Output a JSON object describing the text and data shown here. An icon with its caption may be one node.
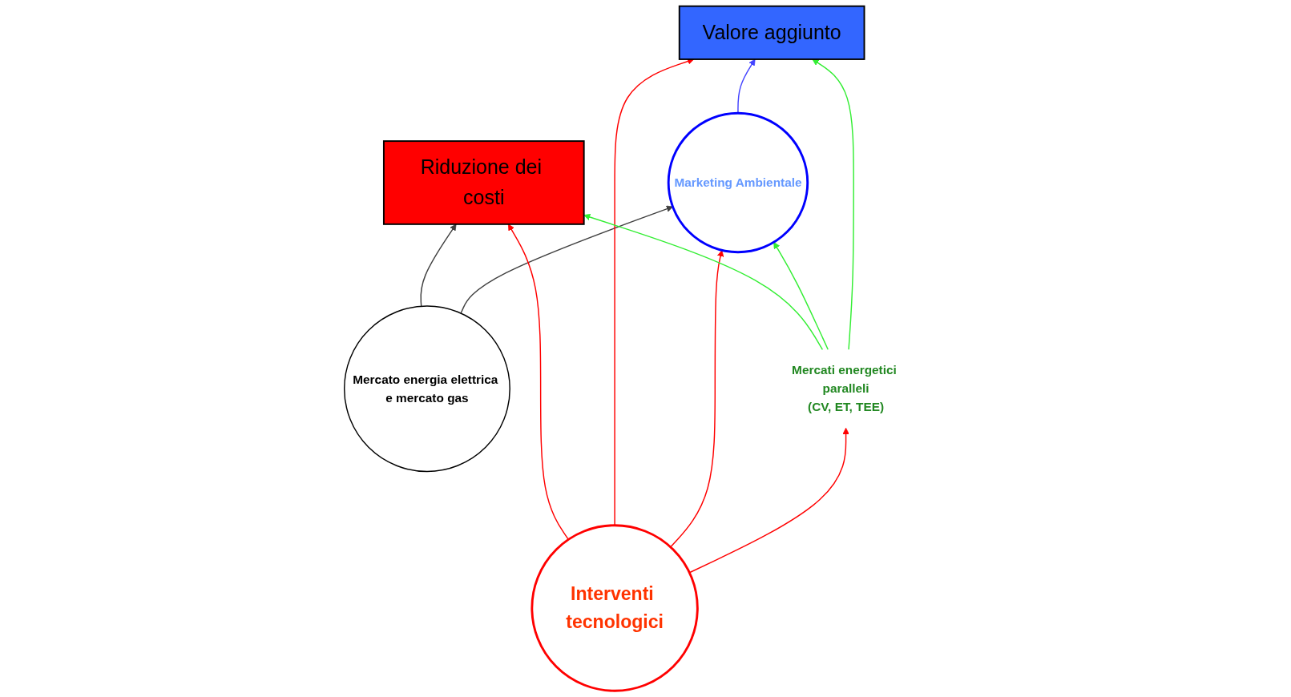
{
  "diagram": {
    "nodes": [
      {
        "text": [
          "Riduzione dei costi"
        ]
      },
      {
        "text": [
          "Valore aggiunto"
        ]
      },
      {
        "text": [
          "Mercato energia elettrica e mercato gas"
        ]
      },
      {
        "text": [
          "Marketing Ambientale"
        ]
      },
      {
        "text": [
          "Interventi tecnologici"
        ]
      },
      {
        "text": [
          "Mercati energetici paralleli",
          "(CV, ET, TEE)"
        ]
      }
    ],
    "edges": [
      {
        "from": 2,
        "to": 0,
        "arrow": "to",
        "color": "#404040"
      },
      {
        "from": 2,
        "to": 3,
        "arrow": "to",
        "color": "#404040"
      },
      {
        "from": 4,
        "to": 0,
        "arrow": "to"
      },
      {
        "from": 4,
        "to": 1,
        "arrow": "to"
      },
      {
        "from": 4,
        "to": 3,
        "arrow": "to"
      },
      {
        "from": 4,
        "to": 5,
        "arrow": "to"
      },
      {
        "from": 5,
        "to": 0,
        "arrow": "to",
        "color": "#33ee33"
      },
      {
        "from": 5,
        "to": 3,
        "arrow": "to",
        "color": "#33ee33"
      },
      {
        "from": 5,
        "to": 1,
        "arrow": "to",
        "color": "#33ee33"
      },
      {
        "from": 3,
        "to": 1,
        "arrow": "to",
        "color": "#4444ff"
      }
    ]
  }
}
